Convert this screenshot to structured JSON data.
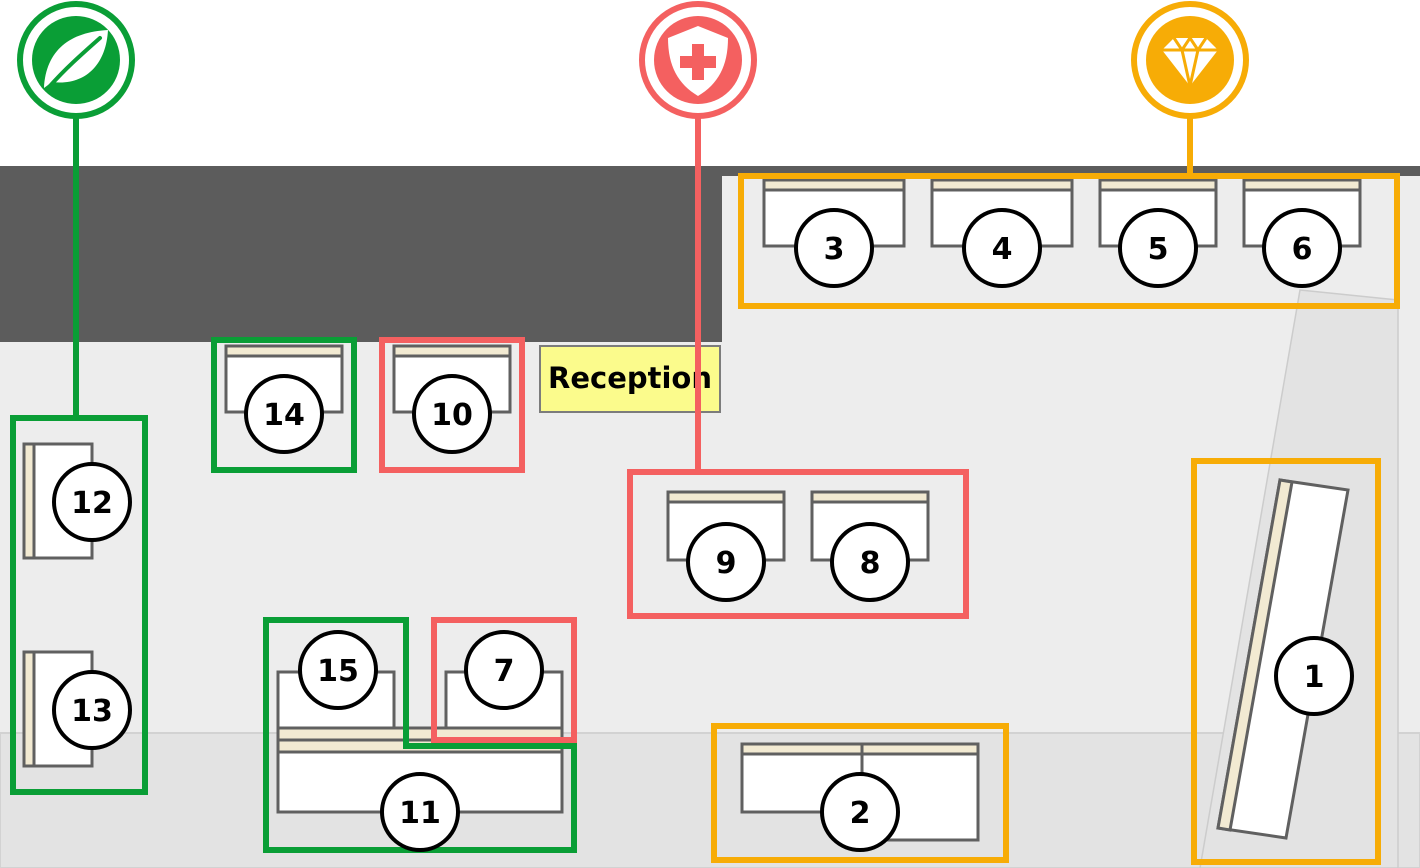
{
  "reception_label": "Reception",
  "colors": {
    "green": "#0a9e36",
    "red": "#f46060",
    "orange": "#f7ac06",
    "wall": "#5c5c5c",
    "floor": "#ededed",
    "reception_fill": "#fbfb8c",
    "desk_stripe": "#f2ead2"
  },
  "categories": [
    {
      "key": "green",
      "icon": "leaf-icon"
    },
    {
      "key": "red",
      "icon": "shield-plus-icon"
    },
    {
      "key": "orange",
      "icon": "diamond-icon"
    }
  ],
  "seats": [
    {
      "id": "seat-1",
      "label": "1",
      "group": "orange"
    },
    {
      "id": "seat-2",
      "label": "2",
      "group": "orange"
    },
    {
      "id": "seat-3",
      "label": "3",
      "group": "orange"
    },
    {
      "id": "seat-4",
      "label": "4",
      "group": "orange"
    },
    {
      "id": "seat-5",
      "label": "5",
      "group": "orange"
    },
    {
      "id": "seat-6",
      "label": "6",
      "group": "orange"
    },
    {
      "id": "seat-7",
      "label": "7",
      "group": "red"
    },
    {
      "id": "seat-8",
      "label": "8",
      "group": "red"
    },
    {
      "id": "seat-9",
      "label": "9",
      "group": "red"
    },
    {
      "id": "seat-10",
      "label": "10",
      "group": "red"
    },
    {
      "id": "seat-11",
      "label": "11",
      "group": "green"
    },
    {
      "id": "seat-12",
      "label": "12",
      "group": "green"
    },
    {
      "id": "seat-13",
      "label": "13",
      "group": "green"
    },
    {
      "id": "seat-14",
      "label": "14",
      "group": "green"
    },
    {
      "id": "seat-15",
      "label": "15",
      "group": "green"
    }
  ]
}
